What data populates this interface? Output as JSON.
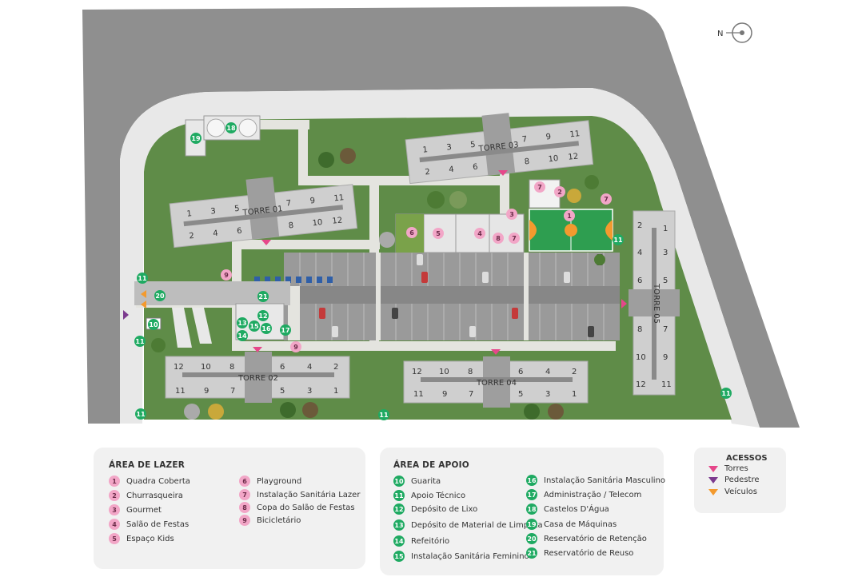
{
  "towers": [
    {
      "label": "TORRE 01",
      "top_units": [
        "1",
        "3",
        "5",
        "7",
        "9",
        "11"
      ],
      "bottom_units": [
        "2",
        "4",
        "6",
        "8",
        "10",
        "12"
      ]
    },
    {
      "label": "TORRE 02",
      "top_units": [
        "12",
        "10",
        "8",
        "6",
        "4",
        "2"
      ],
      "bottom_units": [
        "11",
        "9",
        "7",
        "5",
        "3",
        "1"
      ]
    },
    {
      "label": "TORRE 03",
      "top_units": [
        "1",
        "3",
        "5",
        "7",
        "9",
        "11"
      ],
      "bottom_units": [
        "2",
        "4",
        "6",
        "8",
        "10",
        "12"
      ]
    },
    {
      "label": "TORRE 04",
      "top_units": [
        "12",
        "10",
        "8",
        "6",
        "4",
        "2"
      ],
      "bottom_units": [
        "11",
        "9",
        "7",
        "5",
        "3",
        "1"
      ]
    },
    {
      "label": "TORRE 05",
      "left_units": [
        "2",
        "4",
        "6",
        "8",
        "10",
        "12"
      ],
      "right_units": [
        "1",
        "3",
        "5",
        "7",
        "9",
        "11"
      ]
    }
  ],
  "map_markers": [
    "1",
    "2",
    "3",
    "4",
    "5",
    "6",
    "7",
    "8",
    "9",
    "10",
    "11",
    "12",
    "13",
    "14",
    "15",
    "16",
    "17",
    "18",
    "19",
    "20",
    "21"
  ],
  "compass": {
    "label": "N"
  },
  "legend_lazer": {
    "title": "ÁREA DE LAZER",
    "items": [
      {
        "num": "1",
        "label": "Quadra Coberta"
      },
      {
        "num": "2",
        "label": "Churrasqueira"
      },
      {
        "num": "3",
        "label": "Gourmet"
      },
      {
        "num": "4",
        "label": "Salão de Festas"
      },
      {
        "num": "5",
        "label": "Espaço Kids"
      },
      {
        "num": "6",
        "label": "Playground"
      },
      {
        "num": "7",
        "label": "Instalação Sanitária Lazer"
      },
      {
        "num": "8",
        "label": "Copa do Salão de Festas"
      },
      {
        "num": "9",
        "label": "Bicicletário"
      }
    ]
  },
  "legend_apoio": {
    "title": "ÁREA DE APOIO",
    "items": [
      {
        "num": "10",
        "label": "Guarita"
      },
      {
        "num": "11",
        "label": "Apoio Técnico"
      },
      {
        "num": "12",
        "label": "Depósito de Lixo"
      },
      {
        "num": "13",
        "label": "Depósito de Material de Limpeza"
      },
      {
        "num": "14",
        "label": "Refeitório"
      },
      {
        "num": "15",
        "label": "Instalação Sanitária Feminino"
      },
      {
        "num": "16",
        "label": "Instalação Sanitária Masculino"
      },
      {
        "num": "17",
        "label": "Administração / Telecom"
      },
      {
        "num": "18",
        "label": "Castelos D'Água"
      },
      {
        "num": "19",
        "label": "Casa de Máquinas"
      },
      {
        "num": "20",
        "label": "Reservatório de Retenção"
      },
      {
        "num": "21",
        "label": "Reservatório de Reuso"
      }
    ]
  },
  "acessos": {
    "title": "ACESSOS",
    "items": [
      {
        "label": "Torres",
        "color": "#e6478a"
      },
      {
        "label": "Pedestre",
        "color": "#7b3a8e"
      },
      {
        "label": "Veículos",
        "color": "#f39a2e"
      }
    ]
  },
  "colors": {
    "grass": "#5f8c48",
    "road": "#8f8f8f",
    "building": "#c9c9c9",
    "pink_marker": "#f2a6c7",
    "green_marker": "#1faa62",
    "court": "#2e9e50"
  }
}
